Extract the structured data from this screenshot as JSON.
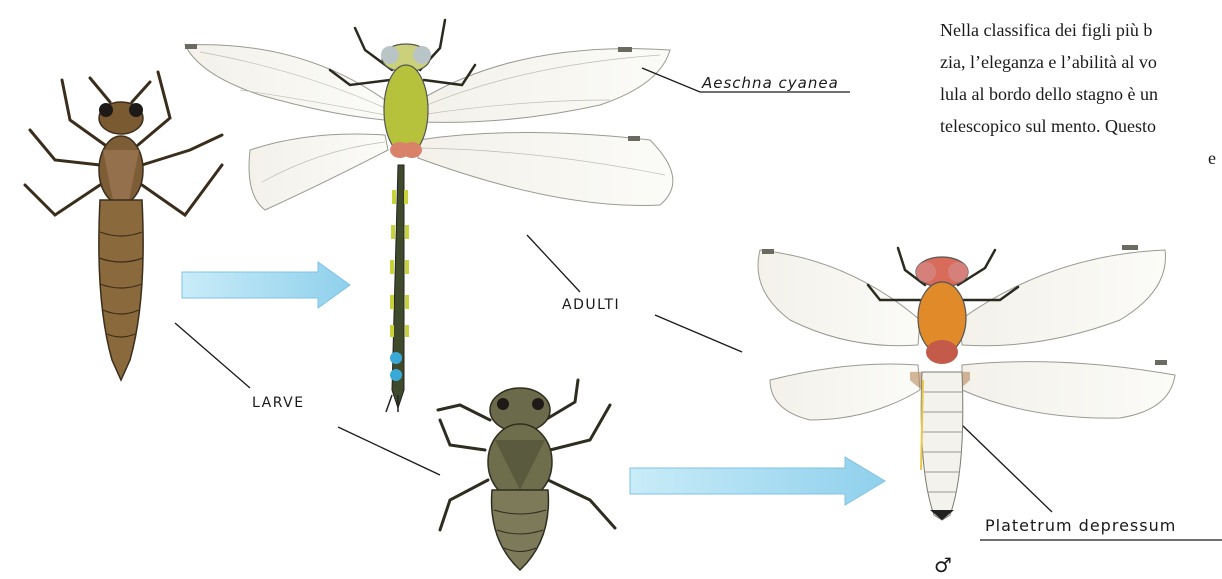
{
  "text_column": {
    "lines": [
      "Nella classifica dei figli più b",
      "zia, l’eleganza e l’abilità al vo",
      "lula al bordo dello stagno è un",
      "telescopico sul mento. Questo",
      "e"
    ]
  },
  "labels": {
    "species_top": "Aeschna cyanea",
    "species_bottom": "Platetrum depressum",
    "adults": "ADULTI",
    "larvae": "LARVE",
    "male_symbol": "♂"
  },
  "colors": {
    "arrow": "#a9dcef",
    "larva_brown": "#8a6a3c",
    "aeschna_green": "#b7c23c",
    "aeschna_blue": "#3aa9d8",
    "platetrum_orange": "#e08a2a",
    "platetrum_head": "#d96b5a",
    "nymph_olive": "#6b6a4a"
  }
}
